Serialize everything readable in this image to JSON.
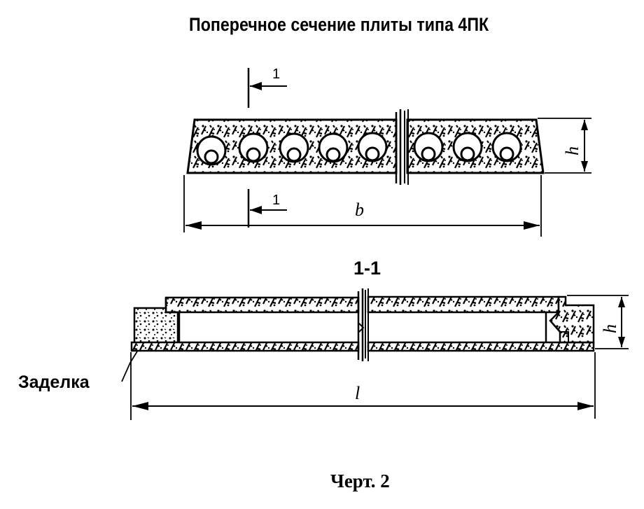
{
  "drawing": {
    "title": "Поперечное сечение плиты типа 4ПК",
    "section_label": "1-1",
    "callout_label": "Заделка",
    "caption": "Черт. 2",
    "dimensions": {
      "width_label": "b",
      "height_label": "h",
      "length_label": "l",
      "cut_marker": "1"
    }
  }
}
